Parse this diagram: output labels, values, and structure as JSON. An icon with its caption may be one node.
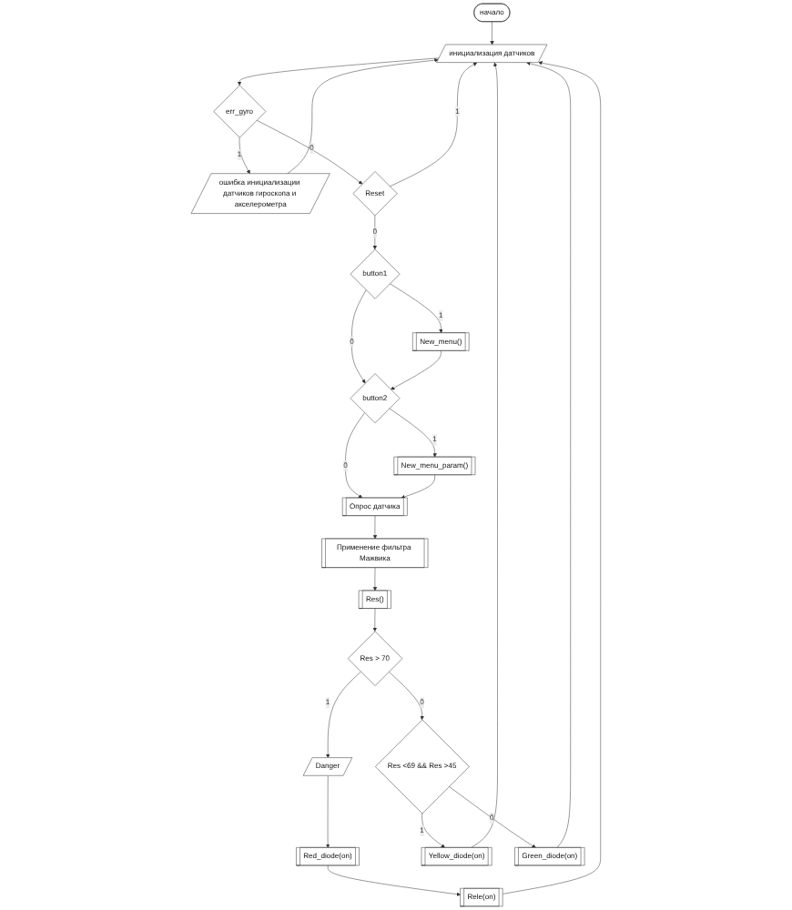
{
  "diagram": {
    "nodes": [
      {
        "text": [
          "начало"
        ]
      },
      {
        "text": [
          "инициализация датчиков"
        ]
      },
      {
        "text": [
          "err_gyro"
        ]
      },
      {
        "text": [
          "ошибка инициализации датчиков гироскопа и акселерометра"
        ]
      },
      {
        "text": [
          "Reset"
        ]
      },
      {
        "text": [
          "button1"
        ]
      },
      {
        "text": [
          "New_menu()"
        ]
      },
      {
        "text": [
          "button2"
        ]
      },
      {
        "text": [
          "New_menu_param()"
        ]
      },
      {
        "text": [
          "Опрос датчика"
        ]
      },
      {
        "text": [
          "Применение фильтра Мажвика"
        ]
      },
      {
        "text": [
          "Res()"
        ]
      },
      {
        "text": [
          "Res > 70"
        ]
      },
      {
        "text": [
          "Danger"
        ]
      },
      {
        "text": [
          "Red_diode(on)"
        ]
      },
      {
        "text": [
          "Rele(on)"
        ]
      },
      {
        "text": [
          "Res <69 && Res >45"
        ]
      },
      {
        "text": [
          "Yellow_diode(on)"
        ]
      },
      {
        "text": [
          "Green_diode(on)"
        ]
      }
    ],
    "edges": [
      {
        "from": 0,
        "to": 1,
        "arrow": "to"
      },
      {
        "from": 1,
        "to": 2,
        "arrow": "to"
      },
      {
        "from": 2,
        "to": 3,
        "arrow": "to",
        "label": "1"
      },
      {
        "from": 2,
        "to": 4,
        "arrow": "to",
        "label": "0"
      },
      {
        "from": 3,
        "to": 1,
        "arrow": "to"
      },
      {
        "from": 4,
        "to": 1,
        "arrow": "to",
        "label": "1"
      },
      {
        "from": 4,
        "to": 5,
        "arrow": "to",
        "label": "0"
      },
      {
        "from": 5,
        "to": 6,
        "arrow": "to",
        "label": "1"
      },
      {
        "from": 5,
        "to": 7,
        "arrow": "to",
        "label": "0"
      },
      {
        "from": 6,
        "to": 7,
        "arrow": "to"
      },
      {
        "from": 7,
        "to": 8,
        "arrow": "to",
        "label": "1"
      },
      {
        "from": 7,
        "to": 9,
        "arrow": "to",
        "label": "0"
      },
      {
        "from": 8,
        "to": 9,
        "arrow": "to"
      },
      {
        "from": 9,
        "to": 10,
        "arrow": "to"
      },
      {
        "from": 10,
        "to": 11,
        "arrow": "to"
      },
      {
        "from": 11,
        "to": 12,
        "arrow": "to"
      },
      {
        "from": 12,
        "to": 13,
        "arrow": "to",
        "label": "1"
      },
      {
        "from": 12,
        "to": 16,
        "arrow": "to",
        "label": "0"
      },
      {
        "from": 13,
        "to": 14,
        "arrow": "to"
      },
      {
        "from": 14,
        "to": 15,
        "arrow": "to"
      },
      {
        "from": 16,
        "to": 17,
        "arrow": "to",
        "label": "1"
      },
      {
        "from": 16,
        "to": 18,
        "arrow": "to",
        "label": "0"
      },
      {
        "from": 15,
        "to": 1,
        "arrow": "to"
      },
      {
        "from": 17,
        "to": 1,
        "arrow": "to"
      },
      {
        "from": 18,
        "to": 1,
        "arrow": "to"
      }
    ]
  }
}
